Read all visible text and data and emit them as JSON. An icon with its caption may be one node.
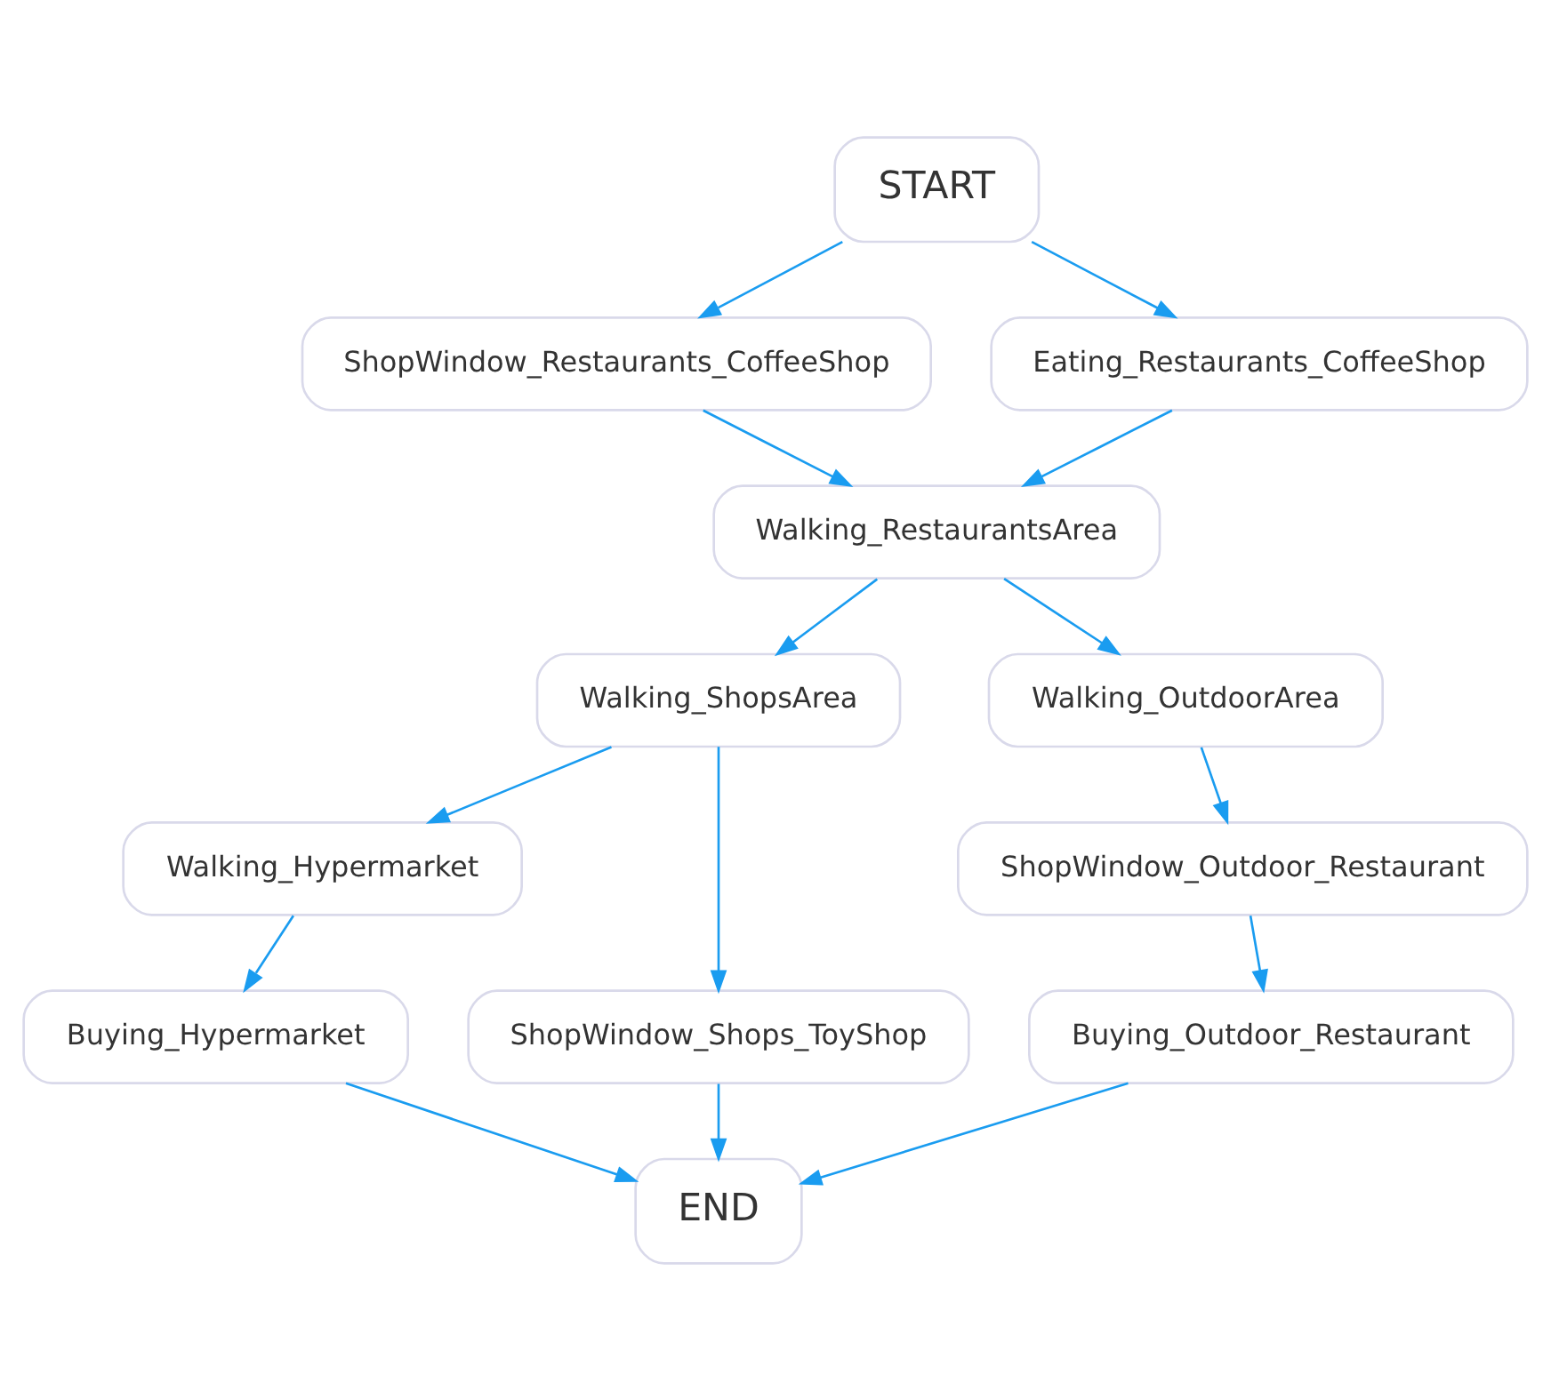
{
  "diagram": {
    "nodes": [
      {
        "text": [
          "START"
        ]
      },
      {
        "text": [
          "ShopWindow_Restaurants_CoffeeShop"
        ]
      },
      {
        "text": [
          "Eating_Restaurants_CoffeeShop"
        ]
      },
      {
        "text": [
          "Walking_RestaurantsArea"
        ]
      },
      {
        "text": [
          "Walking_ShopsArea"
        ]
      },
      {
        "text": [
          "Walking_OutdoorArea"
        ]
      },
      {
        "text": [
          "Walking_Hypermarket"
        ]
      },
      {
        "text": [
          "ShopWindow_Outdoor_Restaurant"
        ]
      },
      {
        "text": [
          "ShopWindow_Shops_ToyShop"
        ]
      },
      {
        "text": [
          "Buying_Hypermarket"
        ]
      },
      {
        "text": [
          "Buying_Outdoor_Restaurant"
        ]
      },
      {
        "text": [
          "END"
        ]
      }
    ],
    "edges": [
      {
        "from": 0,
        "to": 1,
        "arrow": "to"
      },
      {
        "from": 0,
        "to": 2,
        "arrow": "to"
      },
      {
        "from": 1,
        "to": 3,
        "arrow": "to"
      },
      {
        "from": 2,
        "to": 3,
        "arrow": "to"
      },
      {
        "from": 3,
        "to": 4,
        "arrow": "to"
      },
      {
        "from": 3,
        "to": 5,
        "arrow": "to"
      },
      {
        "from": 4,
        "to": 8,
        "arrow": "to"
      },
      {
        "from": 4,
        "to": 6,
        "arrow": "to"
      },
      {
        "from": 5,
        "to": 7,
        "arrow": "to"
      },
      {
        "from": 6,
        "to": 9,
        "arrow": "to"
      },
      {
        "from": 7,
        "to": 10,
        "arrow": "to"
      },
      {
        "from": 8,
        "to": 11,
        "arrow": "to"
      },
      {
        "from": 9,
        "to": 11,
        "arrow": "to"
      },
      {
        "from": 10,
        "to": 11,
        "arrow": "to"
      }
    ]
  }
}
